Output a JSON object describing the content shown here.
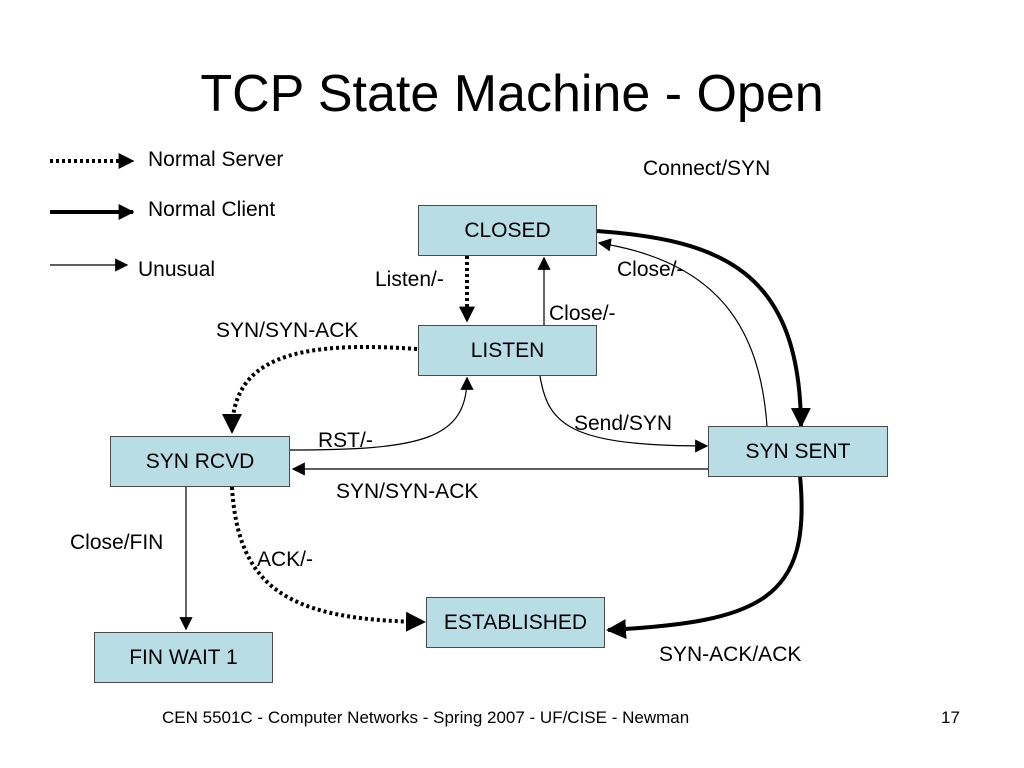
{
  "title": "TCP State Machine - Open",
  "legend": {
    "server": "Normal Server",
    "client": "Normal Client",
    "unusual": "Unusual"
  },
  "states": {
    "closed": "CLOSED",
    "listen": "LISTEN",
    "syn_rcvd": "SYN RCVD",
    "syn_sent": "SYN SENT",
    "established": "ESTABLISHED",
    "fin_wait_1": "FIN WAIT 1"
  },
  "transitions": {
    "connect_syn": "Connect/SYN",
    "listen": "Listen/-",
    "close_sent": "Close/-",
    "close_listen": "Close/-",
    "syn_syn_ack_listen": "SYN/SYN-ACK",
    "rst": "RST/-",
    "send_syn": "Send/SYN",
    "syn_syn_ack_sent": "SYN/SYN-ACK",
    "close_fin": "Close/FIN",
    "ack": "ACK/-",
    "syn_ack_ack": "SYN-ACK/ACK"
  },
  "footer": {
    "course": "CEN 5501C - Computer Networks - Spring 2007 - UF/CISE - Newman",
    "page_number": "17"
  }
}
